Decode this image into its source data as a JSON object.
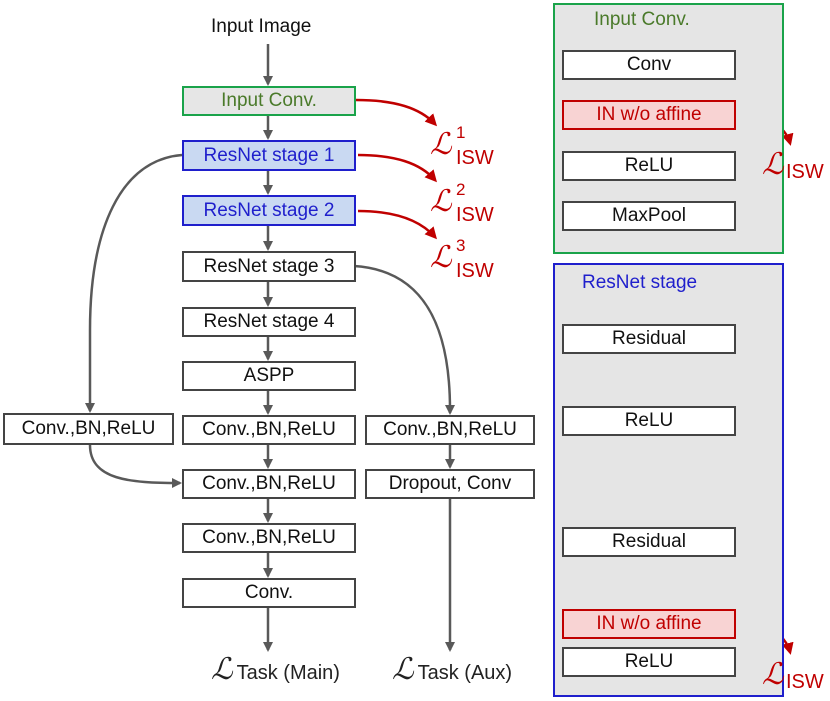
{
  "input_label": "Input Image",
  "main": {
    "input_conv": "Input Conv.",
    "stage1": "ResNet stage 1",
    "stage2": "ResNet stage 2",
    "stage3": "ResNet stage 3",
    "stage4": "ResNet stage 4",
    "aspp": "ASPP",
    "conv_bn_relu_a": "Conv.,BN,ReLU",
    "conv_bn_relu_b": "Conv.,BN,ReLU",
    "conv_bn_relu_c": "Conv.,BN,ReLU",
    "conv": "Conv."
  },
  "left_branch": {
    "conv_bn_relu": "Conv.,BN,ReLU"
  },
  "aux_branch": {
    "conv_bn_relu": "Conv.,BN,ReLU",
    "dropout_conv": "Dropout, Conv"
  },
  "losses": {
    "symbol": "ℒ",
    "isw_sub": "ISW",
    "sup1": "1",
    "sup2": "2",
    "sup3": "3",
    "task_main_sub": "Task (Main)",
    "task_aux_sub": "Task (Aux)"
  },
  "input_conv_panel": {
    "title": "Input Conv.",
    "conv": "Conv",
    "in_wo_affine": "IN w/o affine",
    "relu": "ReLU",
    "maxpool": "MaxPool"
  },
  "resnet_stage_panel": {
    "title": "ResNet stage",
    "residual_1": "Residual",
    "relu_1": "ReLU",
    "residual_2": "Residual",
    "in_wo_affine": "IN w/o affine",
    "relu_2": "ReLU"
  },
  "colors": {
    "wire": "#595959",
    "loss_red": "#c00000",
    "green": "#1aa34a",
    "blue": "#1f1fcc"
  }
}
